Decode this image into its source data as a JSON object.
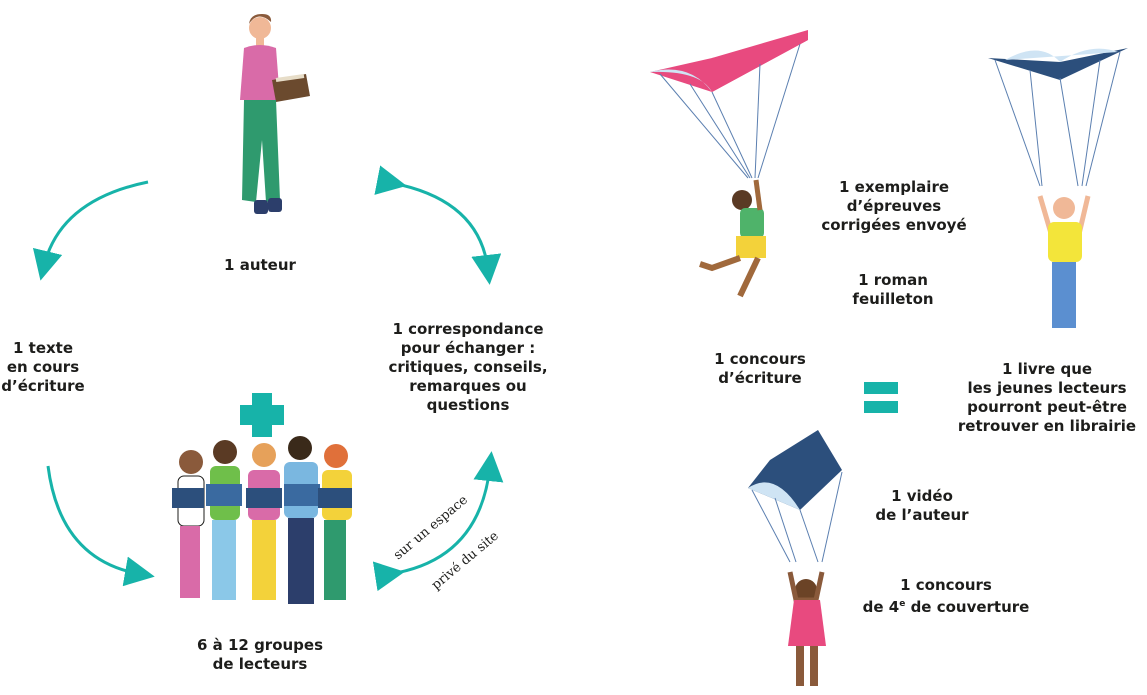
{
  "colors": {
    "accent": "#17b3a9",
    "text": "#1d1d1b"
  },
  "left": {
    "author": {
      "line1": "1 auteur"
    },
    "text": {
      "line1": "1 texte",
      "line2": "en cours",
      "line3": "d’écriture"
    },
    "correspondence": {
      "line1": "1 correspondance",
      "line2": "pour échanger :",
      "line3": "critiques, conseils,",
      "line4": "remarques ou",
      "line5": "questions"
    },
    "groups": {
      "line1": "6 à 12 groupes",
      "line2": "de lecteurs"
    },
    "space_caption": {
      "line1": "sur un espace",
      "line2": "privé du site"
    },
    "plus_icon": "plus-icon"
  },
  "right": {
    "proof": {
      "line1": "1 exemplaire",
      "line2": "d’épreuves",
      "line3": "corrigées envoyé"
    },
    "serial": {
      "line1": "1 roman",
      "line2": "feuilleton"
    },
    "contest": {
      "line1": "1 concours",
      "line2": "d’écriture"
    },
    "book": {
      "line1": "1 livre que",
      "line2": "les jeunes lecteurs",
      "line3": "pourront peut-être",
      "line4": "retrouver en librairie"
    },
    "video": {
      "line1": "1 vidéo",
      "line2": "de l’auteur"
    },
    "cover_contest": {
      "line1": "1 concours",
      "line2": "de 4",
      "line2_sup": "e",
      "line2_end": " de couverture"
    },
    "equals_icon": "equals-icon"
  }
}
